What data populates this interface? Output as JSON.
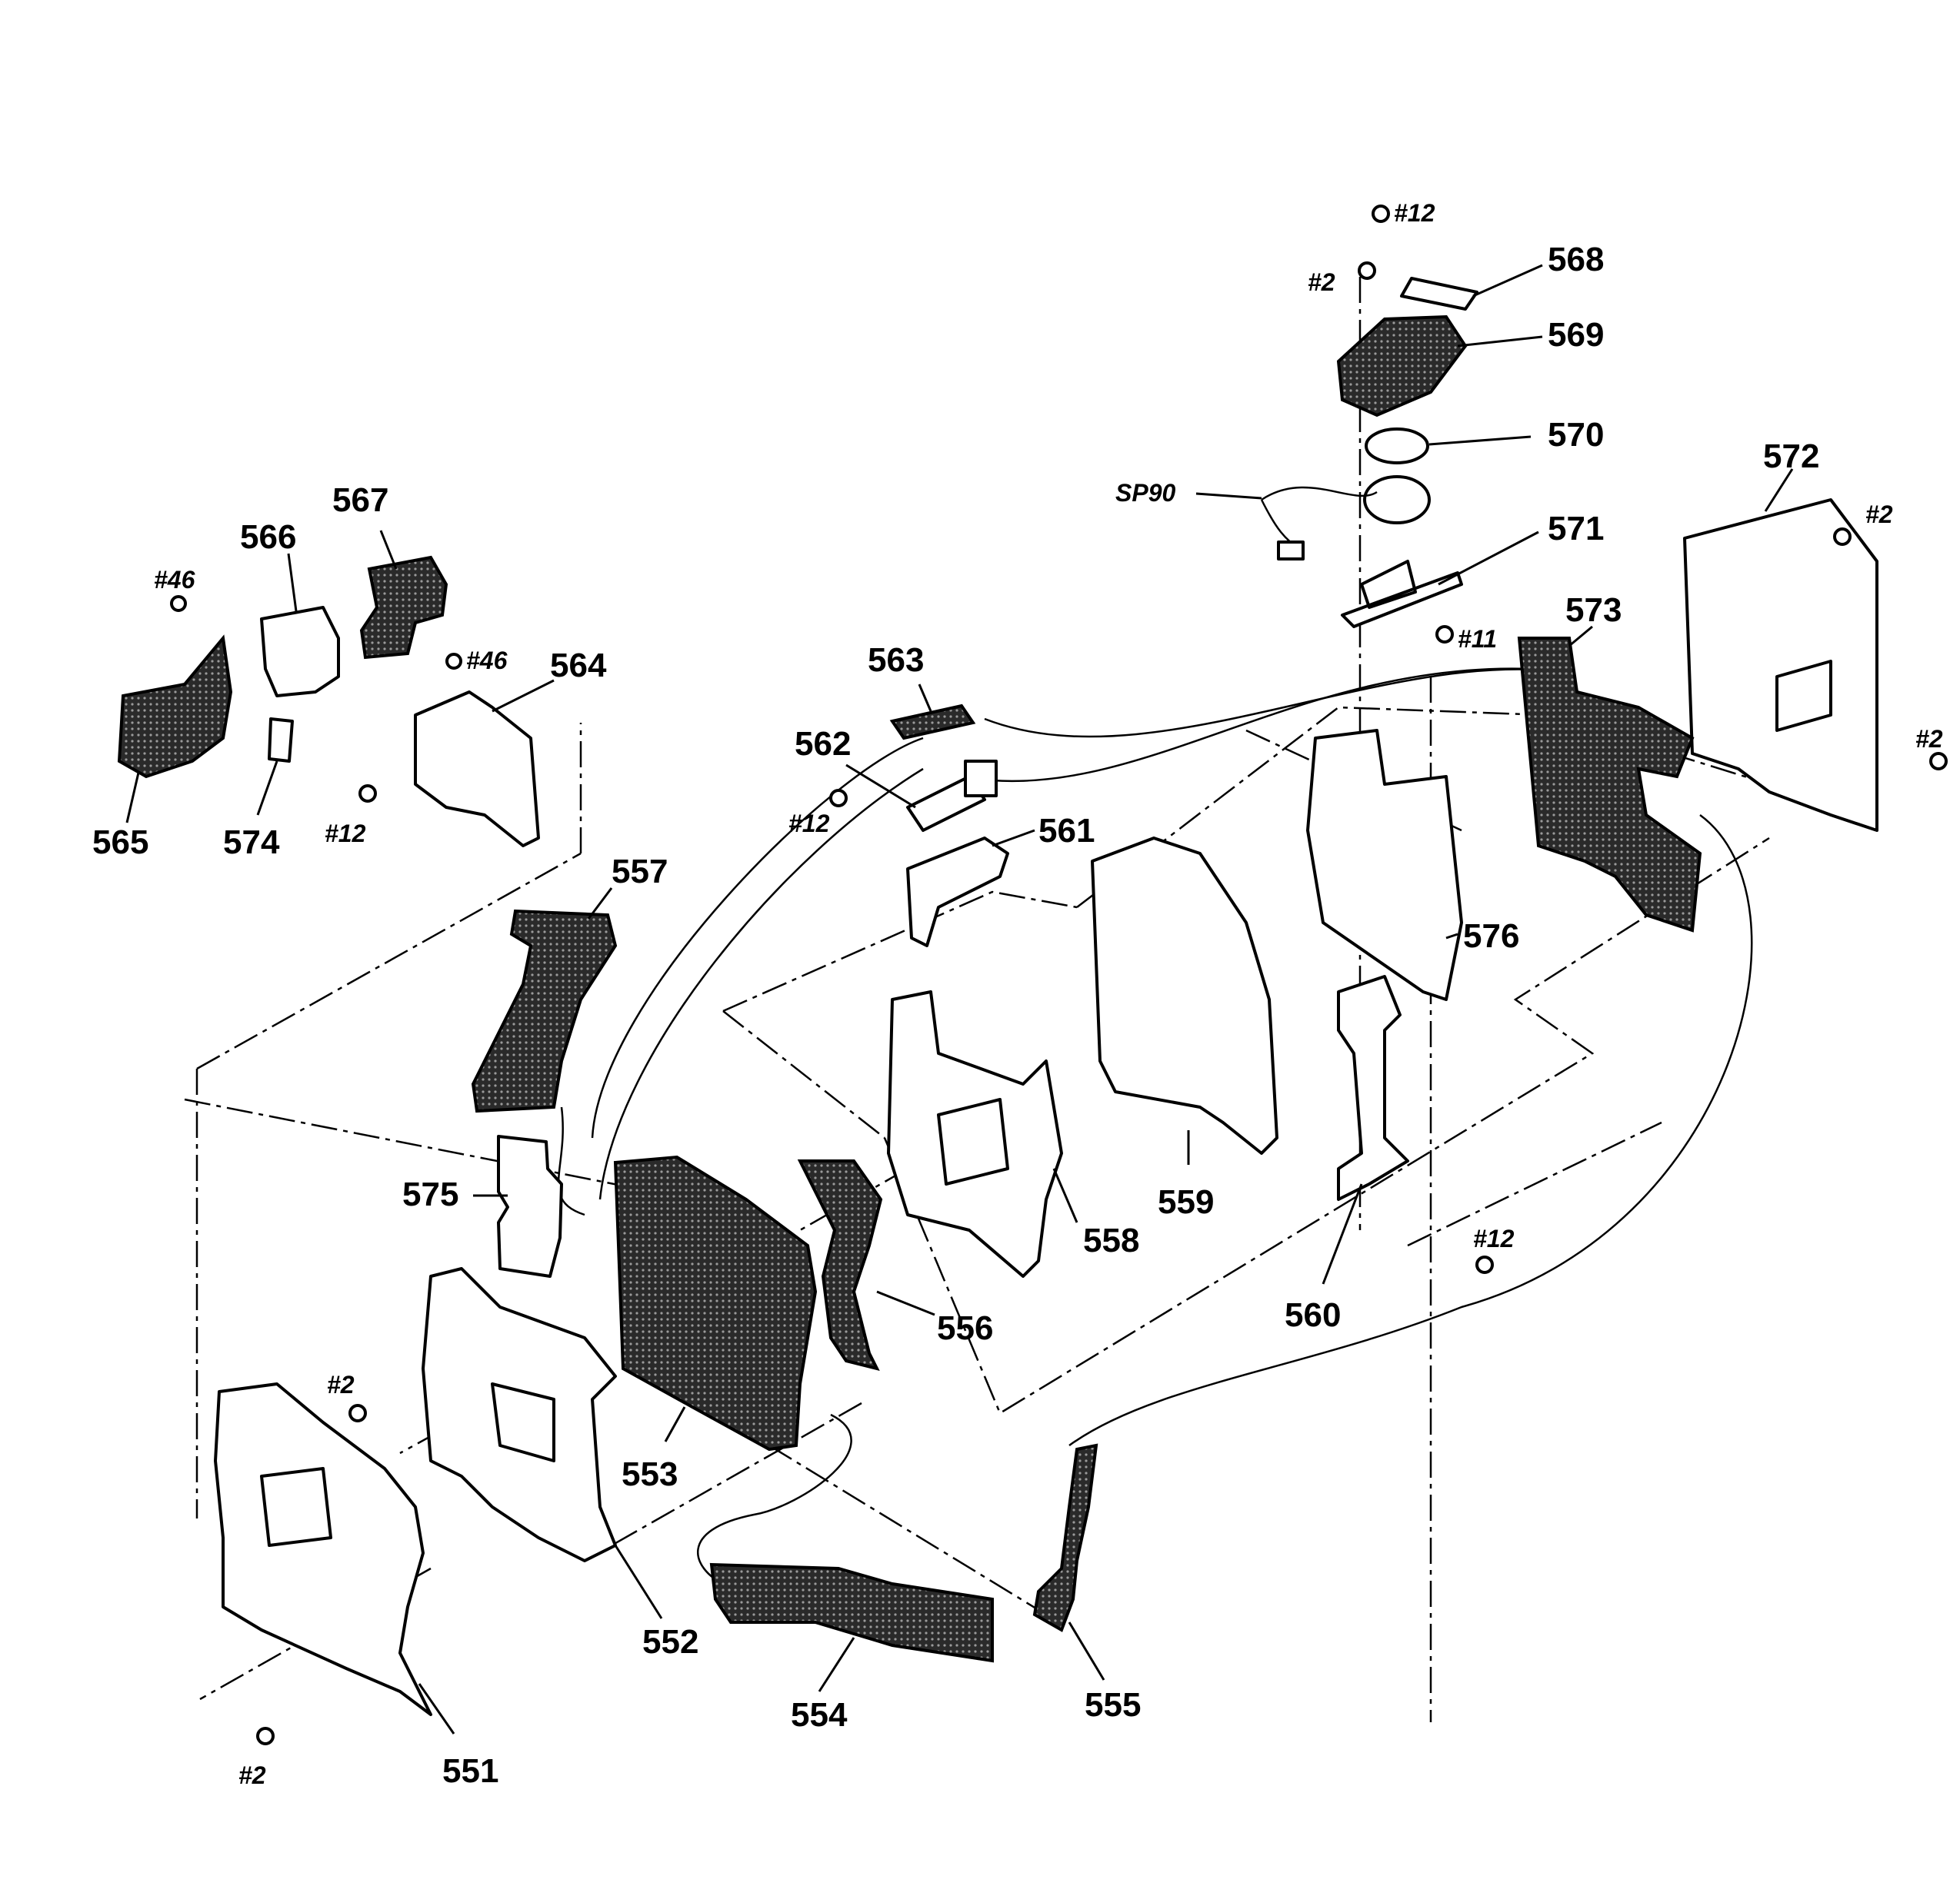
{
  "diagram": {
    "part_labels": [
      "568",
      "569",
      "570",
      "571",
      "572",
      "573",
      "576",
      "563",
      "562",
      "561",
      "559",
      "558",
      "560",
      "557",
      "556",
      "575",
      "553",
      "552",
      "551",
      "554",
      "555",
      "567",
      "566",
      "564",
      "565",
      "574"
    ],
    "screw_labels": [
      "#12",
      "#2",
      "#11",
      "#2",
      "#2",
      "#12",
      "#12",
      "#46",
      "#46",
      "#12",
      "#2",
      "#2"
    ],
    "cable_label": "SP90"
  }
}
